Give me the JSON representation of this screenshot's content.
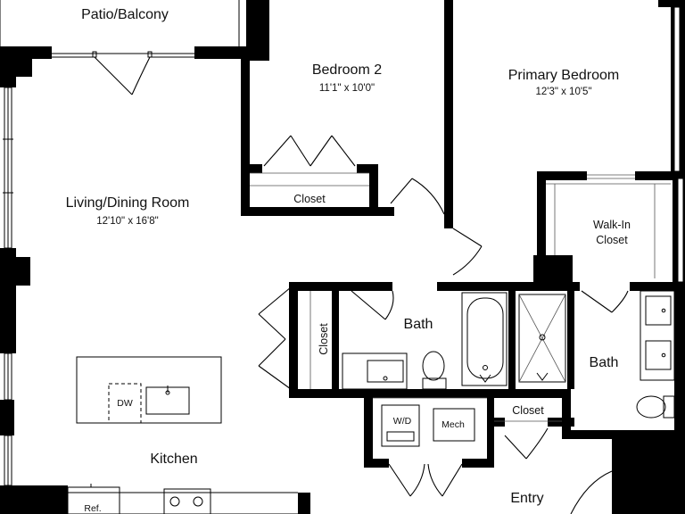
{
  "rooms": {
    "patio": {
      "name": "Patio/Balcony"
    },
    "bedroom2": {
      "name": "Bedroom 2",
      "dims": "11'1\" x 10'0\""
    },
    "primary_bedroom": {
      "name": "Primary Bedroom",
      "dims": "12'3\" x 10'5\""
    },
    "living_dining": {
      "name": "Living/Dining Room",
      "dims": "12'10\" x 16'8\""
    },
    "kitchen": {
      "name": "Kitchen"
    },
    "bath_hall": {
      "name": "Bath"
    },
    "bath_primary": {
      "name": "Bath"
    },
    "walk_in_closet": {
      "line1": "Walk-In",
      "line2": "Closet"
    },
    "closet_bedroom2": {
      "name": "Closet"
    },
    "closet_hall": {
      "name": "Closet"
    },
    "closet_entry": {
      "name": "Closet"
    },
    "entry": {
      "name": "Entry"
    }
  },
  "fixtures": {
    "dishwasher": "DW",
    "washer_dryer": "W/D",
    "mechanical": "Mech",
    "refrigerator": "Ref."
  }
}
